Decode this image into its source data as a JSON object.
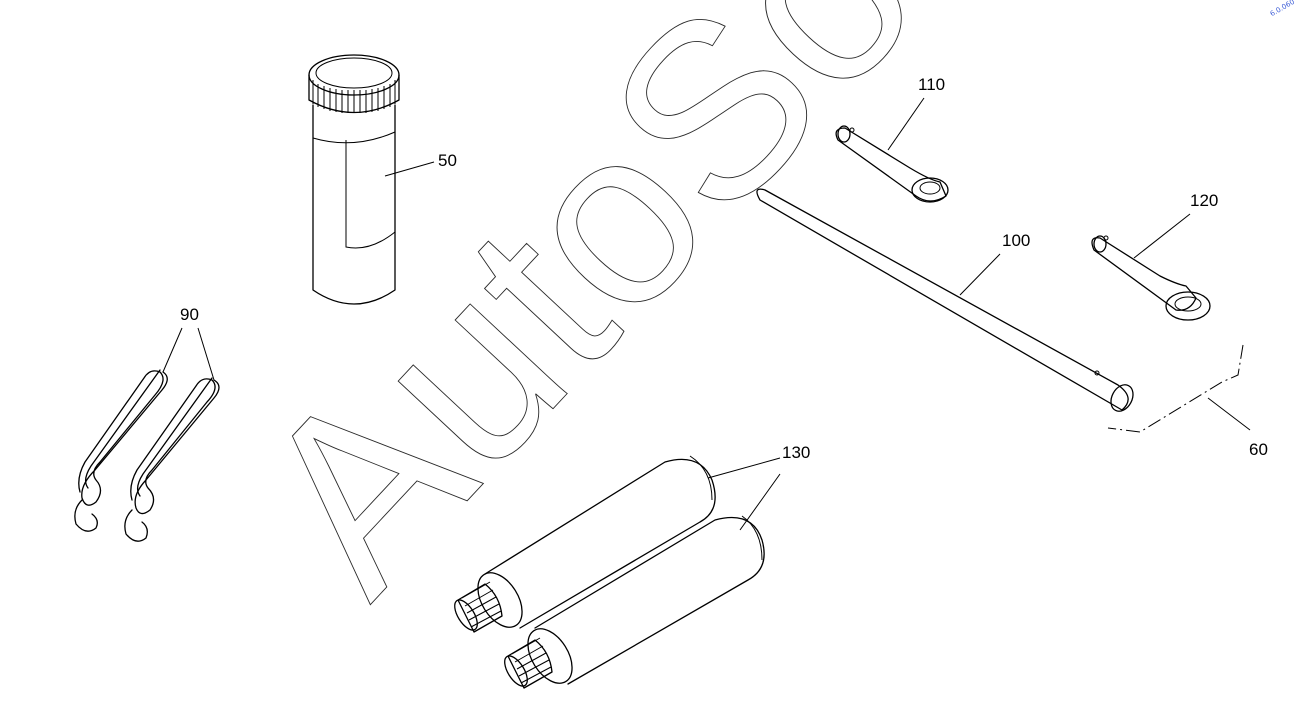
{
  "diagram": {
    "watermark": "AutoSoft",
    "corner_mark": "6.0.060",
    "callouts": {
      "c50": "50",
      "c60": "60",
      "c90": "90",
      "c100": "100",
      "c110": "110",
      "c120": "120",
      "c130": "130"
    },
    "parts": [
      {
        "ref": "50",
        "shape": "cylindrical-container-icon"
      },
      {
        "ref": "60",
        "shape": "tool-kit-bracket"
      },
      {
        "ref": "90",
        "shape": "spring-clip-icon"
      },
      {
        "ref": "100",
        "shape": "tommy-bar-icon"
      },
      {
        "ref": "110",
        "shape": "ring-spanner-icon"
      },
      {
        "ref": "120",
        "shape": "ring-spanner-icon"
      },
      {
        "ref": "130",
        "shape": "threaded-extension-icon"
      }
    ]
  }
}
